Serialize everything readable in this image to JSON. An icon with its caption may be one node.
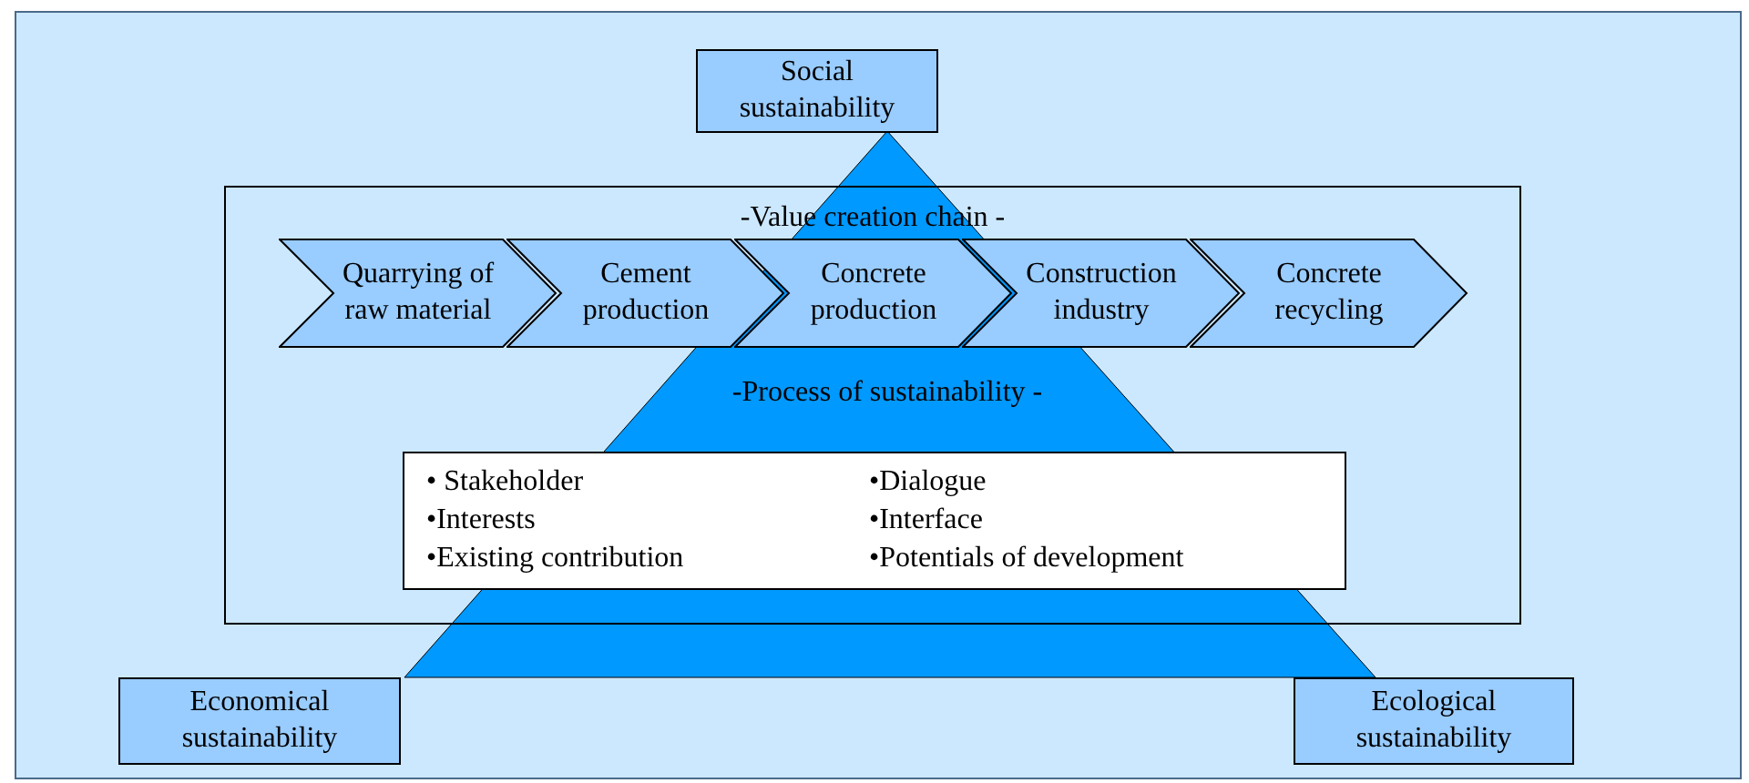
{
  "diagram": {
    "nodes": [
      {
        "text": [
          "Social sustainability"
        ]
      },
      {
        "text": [
          "-Value creation chain -"
        ]
      },
      {
        "text": [
          "Quarrying of raw material"
        ],
        "in": 1
      },
      {
        "text": [
          "Cement production"
        ],
        "in": 1
      },
      {
        "text": [
          "Concrete production"
        ],
        "in": 1
      },
      {
        "text": [
          "Construction industry"
        ],
        "in": 1
      },
      {
        "text": [
          "Concrete recycling"
        ],
        "in": 1
      },
      {
        "text": [
          "• Stakeholder",
          "•Interests",
          "•Existing contribution",
          "•Dialogue",
          "•Interface",
          "•Potentials of development"
        ],
        "in": 1
      },
      {
        "text": [
          "Economical sustainability"
        ]
      },
      {
        "text": [
          "Ecological sustainability"
        ]
      }
    ],
    "edges": [],
    "labels": [
      "-Process of sustainability -"
    ]
  }
}
